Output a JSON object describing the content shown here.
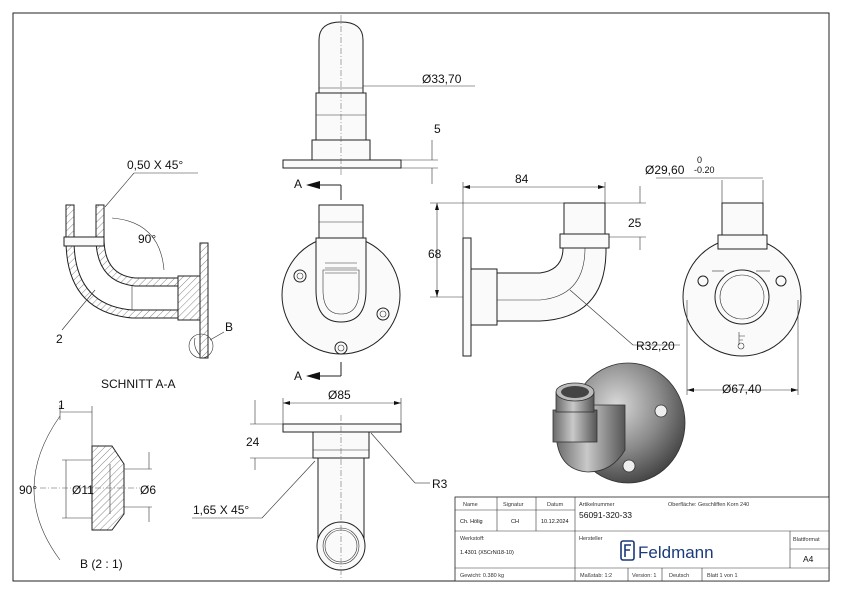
{
  "dimensions": {
    "tube_diameter": "Ø33,70",
    "flange_thickness": "5",
    "outlet_diameter_value": "Ø29,60",
    "outlet_tol_upper": "0",
    "outlet_tol_lower": "-0.20",
    "width_84": "84",
    "height_68": "68",
    "depth_25": "25",
    "bend_radius": "R32,20",
    "flange_diameter_side": "Ø67,40",
    "flange_diameter_top": "Ø85",
    "height_24": "24",
    "fillet_r3": "R3",
    "chamfer_small": "0,50 X 45°",
    "chamfer_large": "1,65 X 45°",
    "angle_90": "90°",
    "label_2": "2",
    "label_1": "1",
    "detail_angle": "90°",
    "detail_d11": "Ø11",
    "detail_d6": "Ø6"
  },
  "labels": {
    "section_a_top": "A",
    "section_a_bottom": "A",
    "detail_b_marker": "B",
    "section_title": "SCHNITT A-A",
    "detail_title": "B (2 : 1)"
  },
  "title_block": {
    "name_header": "Name",
    "signatur_header": "Signatur",
    "datum_header": "Datum",
    "name_value": "Ch. Hölig",
    "signatur_value": "CH",
    "datum_value": "10.12.2024",
    "artikel_header": "Artikelnummer",
    "artikel_value": "56091-320-33",
    "oberflaeche": "Oberfläche: Geschliffen Korn 240",
    "werkstoff_header": "Werkstoff:",
    "werkstoff_value": "1.4301 (X5CrNi18-10)",
    "hersteller_header": "Hersteller",
    "brand": "Feldmann",
    "blattformat_header": "Blattformat",
    "blattformat_value": "A4",
    "gewicht": "Gewicht: 0.380 kg",
    "massstab": "Maßstab: 1:2",
    "version": "Version: 1",
    "sprache": "Deutsch",
    "blatt": "Blatt 1 von 1"
  },
  "colors": {
    "brand": "#1a3a7a",
    "line": "#222222"
  }
}
